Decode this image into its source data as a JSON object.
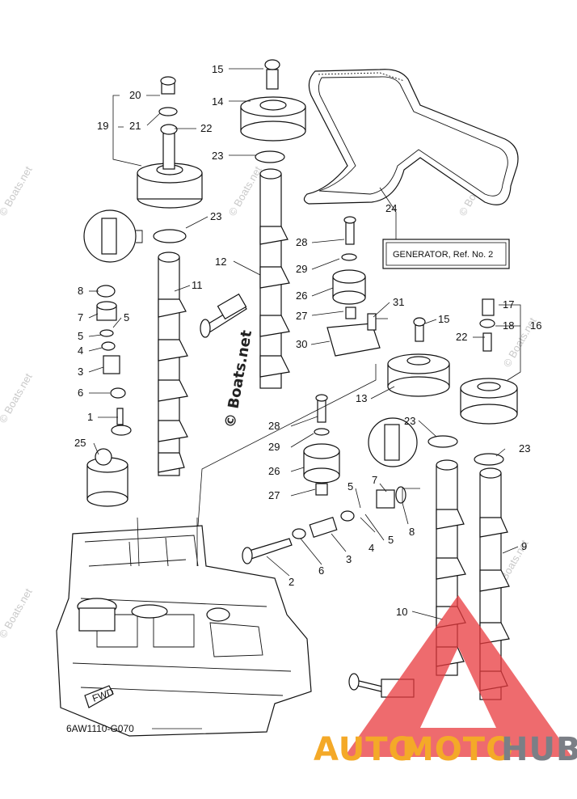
{
  "diagram": {
    "generator_label": "GENERATOR,  Ref. No. 2",
    "diagram_code": "6AW1110-G070",
    "fwd_label": "FWD",
    "watermark_text": "© Boats.net",
    "center_watermark": "© Boats.net",
    "brand": {
      "part1": "AUTO",
      "part2": "MOTO",
      "part3": "HUB",
      "orange": "#f4a928",
      "gray": "#7b7f86",
      "triangle": "#e8393d"
    },
    "callouts": {
      "c15a": "15",
      "c14": "14",
      "c20": "20",
      "c21": "21",
      "c19": "19",
      "c22a": "22",
      "c23a": "23",
      "c23b": "23",
      "c24": "24",
      "c28a": "28",
      "c29a": "29",
      "c12": "12",
      "c11": "11",
      "c26a": "26",
      "c8a": "8",
      "c7a": "7",
      "c5a": "5",
      "c5b": "5",
      "c4a": "4",
      "c3a": "3",
      "c6a": "6",
      "c1": "1",
      "c27a": "27",
      "c31": "31",
      "c30": "30",
      "c15b": "15",
      "c17": "17",
      "c18": "18",
      "c16": "16",
      "c22b": "22",
      "c13": "13",
      "c23c": "23",
      "c23d": "23",
      "c28b": "28",
      "c29b": "29",
      "c26b": "26",
      "c27b": "27",
      "c25": "25",
      "c5c": "5",
      "c7b": "7",
      "c5d": "5",
      "c4b": "4",
      "c8b": "8",
      "c3b": "3",
      "c6b": "6",
      "c2": "2",
      "c9": "9",
      "c10": "10"
    }
  }
}
